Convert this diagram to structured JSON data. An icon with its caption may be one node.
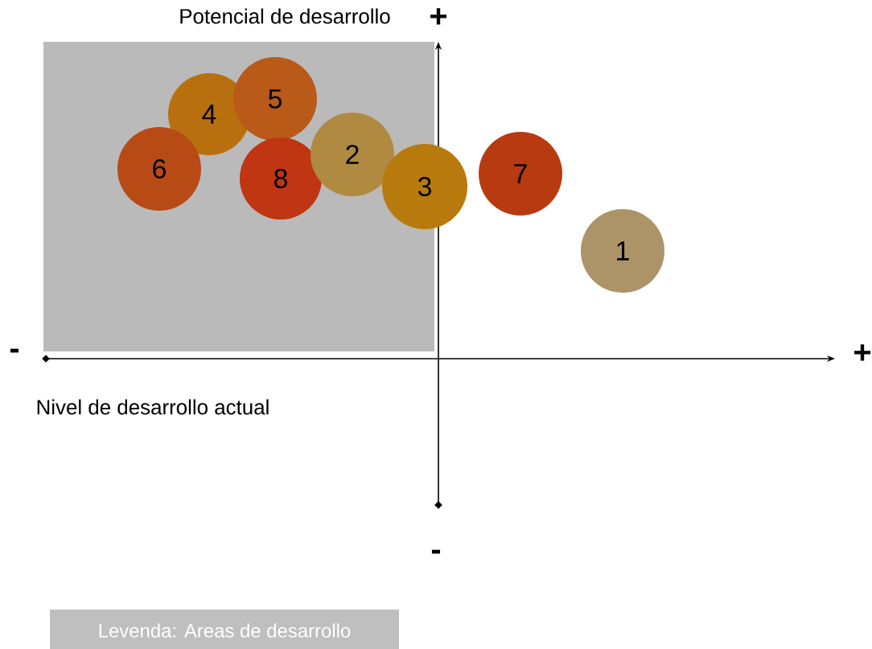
{
  "diagram": {
    "nodes": [
      {
        "text": [],
        "shape": "box"
      },
      {
        "text": [
          "5"
        ],
        "in": 0
      },
      {
        "text": [
          "4"
        ],
        "in": 0
      },
      {
        "text": [
          "2"
        ],
        "in": 0
      },
      {
        "text": [
          "7"
        ]
      },
      {
        "text": [
          "6"
        ],
        "in": 0
      },
      {
        "text": [
          "8"
        ],
        "in": 0
      },
      {
        "text": [
          "3"
        ]
      },
      {
        "text": [
          "1"
        ]
      },
      {
        "text": [
          "Levenda: Areas de desarrollo"
        ]
      }
    ],
    "labels": [
      "Potencial de desarrollo",
      "+",
      "-",
      "+",
      "Nivel de desarrollo actual",
      "-"
    ]
  }
}
